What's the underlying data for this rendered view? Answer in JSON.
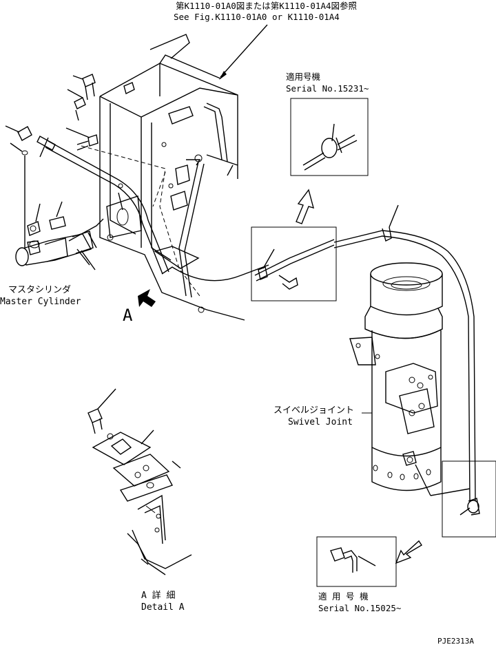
{
  "header_note": {
    "line_jp": "第K1110-01A0図または第K1110-01A4図参照",
    "line_en": "See Fig.K1110-01A0 or K1110-01A4"
  },
  "serial_top": {
    "line_jp": "適用号機",
    "line_en": "Serial No.15231~"
  },
  "master_cylinder": {
    "label_jp": "マスタシリンダ",
    "label_en": "Master Cylinder"
  },
  "view_a": {
    "label": "A"
  },
  "swivel_joint": {
    "label_jp": "スイベルジョイント",
    "label_en": "Swivel Joint"
  },
  "detail_a": {
    "label_jp": "A 詳 細",
    "label_en": "Detail A"
  },
  "serial_bottom": {
    "line_jp": "適 用 号 機",
    "line_en": "Serial No.15025~"
  },
  "drawing_id": "PJE2313A"
}
